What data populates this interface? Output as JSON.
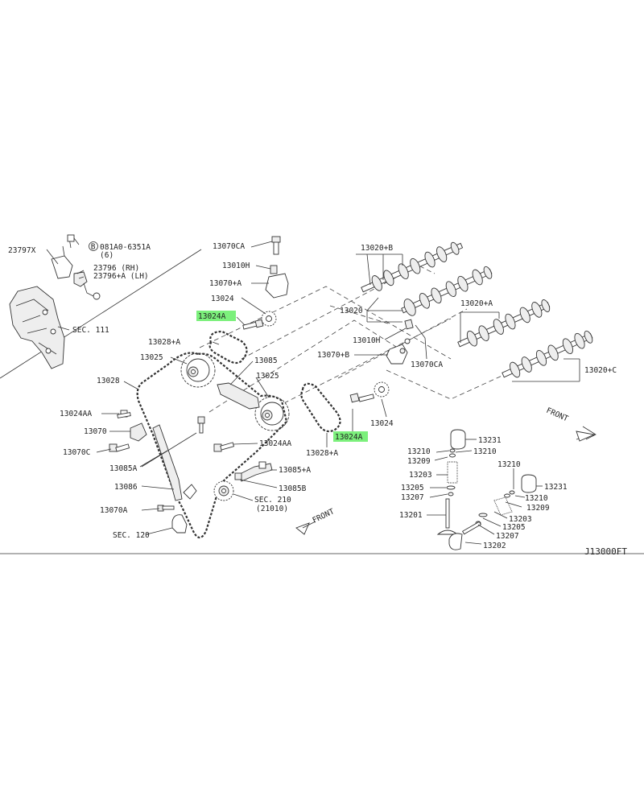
{
  "diagram_code": "J13000FT",
  "highlight_color": "#7CF07C",
  "labels": {
    "l_23797x": "23797X",
    "l_b081a0": "081A0-6351A",
    "l_b081a0_qty": "(6)",
    "l_b_circle": "B",
    "l_23796": "23796  (RH)",
    "l_23796a": "23796+A (LH)",
    "l_sec111": "SEC. 111",
    "l_13070ca_top": "13070CA",
    "l_13010h_top": "13010H",
    "l_13070a_plus": "13070+A",
    "l_13024_top": "13024",
    "l_13024a_top": "13024A",
    "l_13028a_top": "13028+A",
    "l_13025_left": "13025",
    "l_13085": "13085",
    "l_13025_mid": "13025",
    "l_13028": "13028",
    "l_13024aa_left": "13024AA",
    "l_13070": "13070",
    "l_13070c": "13070C",
    "l_13085a": "13085A",
    "l_13086": "13086",
    "l_13070a": "13070A",
    "l_sec120": "SEC. 120",
    "l_13024aa_mid": "13024AA",
    "l_13085_plus_a": "13085+A",
    "l_13085b": "13085B",
    "l_sec210": "SEC. 210",
    "l_sec210_sub": "(21010)",
    "l_front_bottom": "FRONT",
    "l_13020b": "13020+B",
    "l_13020": "13020",
    "l_13010h_mid": "13010H",
    "l_13070b": "13070+B",
    "l_13070ca_mid": "13070CA",
    "l_13020a": "13020+A",
    "l_13020c": "13020+C",
    "l_13024_right": "13024",
    "l_13024a_mid": "13024A",
    "l_13028a_mid": "13028+A",
    "l_front_right": "FRONT",
    "l_13231_left": "13231",
    "l_13210_left1": "13210",
    "l_13210_left2": "13210",
    "l_13209_left": "13209",
    "l_13203_left": "13203",
    "l_13205_left": "13205",
    "l_13207_left": "13207",
    "l_13201": "13201",
    "l_13210_r1": "13210",
    "l_13231_right": "13231",
    "l_13210_r2": "13210",
    "l_13209_right": "13209",
    "l_13203_right": "13203",
    "l_13205_right": "13205",
    "l_13207_right": "13207",
    "l_13202": "13202"
  }
}
